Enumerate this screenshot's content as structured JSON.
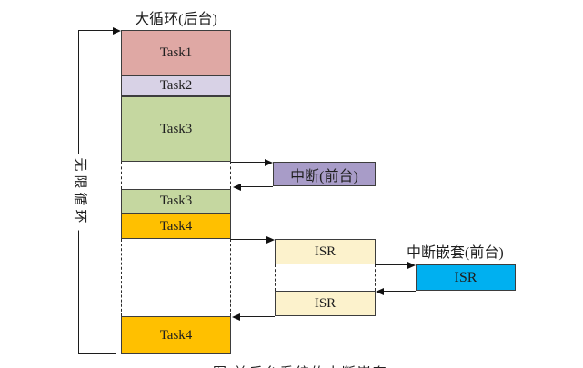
{
  "diagram": {
    "title": "大循环(后台)",
    "infinite_loop_label": "无限循环",
    "background_stack": {
      "segments": [
        {
          "label": "Task1",
          "color": "#DFA8A4"
        },
        {
          "label": "Task2",
          "color": "#D8D2E6"
        },
        {
          "label": "Task3",
          "color": "#C5D7A0"
        },
        {
          "label": "Task3",
          "color": "#C5D7A0"
        },
        {
          "label": "Task4",
          "color": "#FFC000"
        },
        {
          "label": "Task4",
          "color": "#FFC000"
        }
      ]
    },
    "interrupt_block": {
      "label": "中断(前台)",
      "color": "#A89CC8"
    },
    "isr_blocks": [
      {
        "label": "ISR",
        "color": "#FCF2CC"
      },
      {
        "label": "ISR",
        "color": "#FCF2CC"
      }
    ],
    "nested_interrupt": {
      "title": "中断嵌套(前台)",
      "block_label": "ISR",
      "color": "#00B0F0"
    },
    "caption_partial": "图 前后台系统的中断嵌套"
  },
  "colors": {
    "line": "#1c1c1c",
    "block_border": "#3d3d3d",
    "background": "#ffffff"
  }
}
